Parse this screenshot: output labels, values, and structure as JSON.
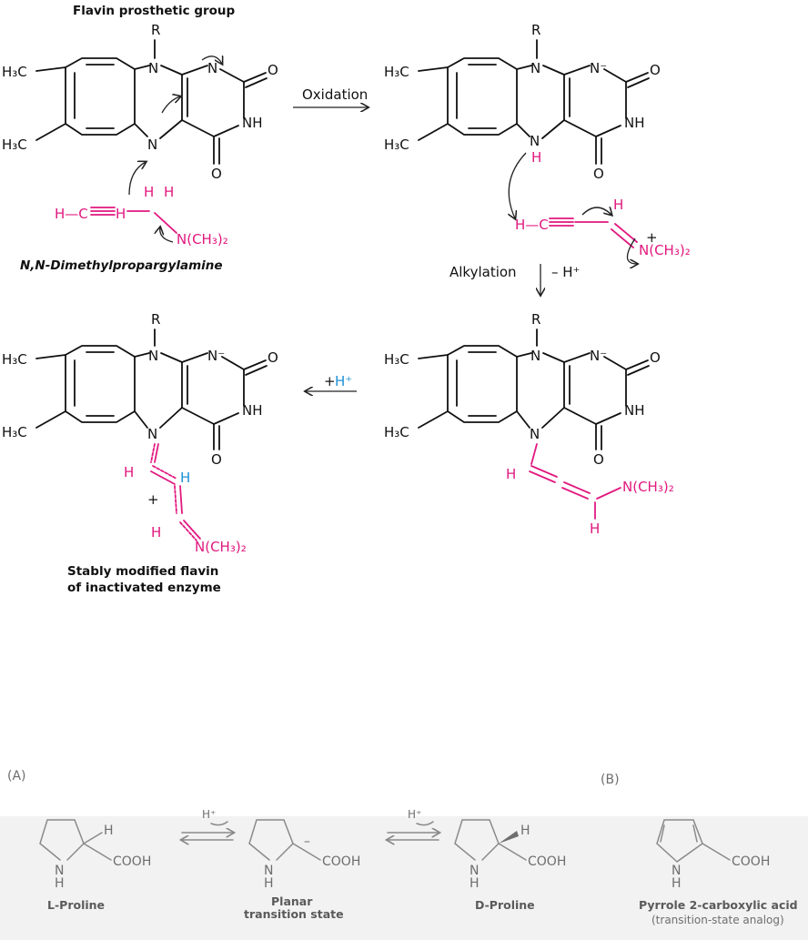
{
  "top": {
    "title": "Flavin prosthetic group",
    "substituent_R": "R",
    "methyl_label": "H₃C",
    "atom_N": "N",
    "atom_O": "O",
    "atom_NH": "NH",
    "atom_N_minus": "N⁻",
    "atom_H": "H",
    "reagent_H_prefix": "H—C",
    "reagent_label": "N,N-Dimethylpropargylamine",
    "dimethylamine": "N(CH₃)₂",
    "dimethyliminium": "N(CH₃)₂",
    "step_oxidation": "Oxidation",
    "step_alkylation": "Alkylation",
    "step_minus_h": "– H⁺",
    "step_plus": "+",
    "step_h_plus": "H⁺",
    "ring_charge_plus": "+",
    "product_label_line1": "Stably modified flavin",
    "product_label_line2": "of inactivated enzyme"
  },
  "bottom": {
    "panel_a": "(A)",
    "panel_b": "(B)",
    "h_plus": "H⁺",
    "atom_H": "H",
    "atom_NH_N": "N",
    "atom_NH_H": "H",
    "cooh": "COOH",
    "minus": "–",
    "l_proline": "L-Proline",
    "planar_line1": "Planar",
    "planar_line2": "transition state",
    "d_proline": "D-Proline",
    "pyrrole_name": "Pyrrole 2-carboxylic acid",
    "pyrrole_note": "(transition-state analog)"
  },
  "colors": {
    "reagent": "#e1187f",
    "proton": "#1e8fd6",
    "bond": "#111111",
    "muted": "#8a8a8a"
  }
}
